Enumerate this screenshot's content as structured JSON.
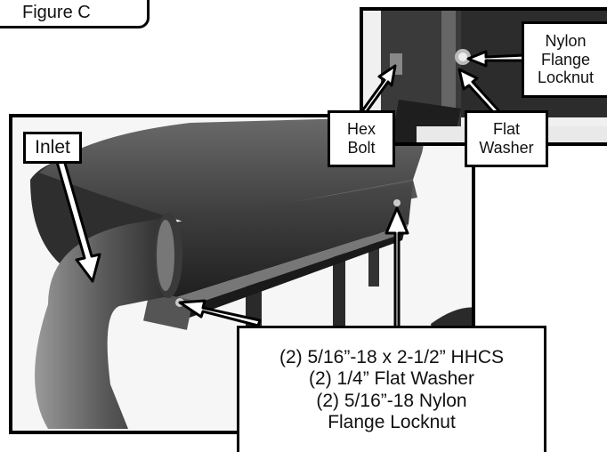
{
  "figure_label": "Figure C",
  "labels": {
    "inlet": "Inlet",
    "hex_bolt_1": "Hex",
    "hex_bolt_2": "Bolt",
    "flat_washer_1": "Flat",
    "flat_washer_2": "Washer",
    "nylon_1": "Nylon",
    "nylon_2": "Flange",
    "nylon_3": "Locknut"
  },
  "hardware_list": {
    "line1": "(2) 5/16”-18 x 2-1/2” HHCS",
    "line2": "(2) 1/4” Flat Washer",
    "line3": "(2) 5/16”-18 Nylon",
    "line4": "Flange Locknut"
  }
}
